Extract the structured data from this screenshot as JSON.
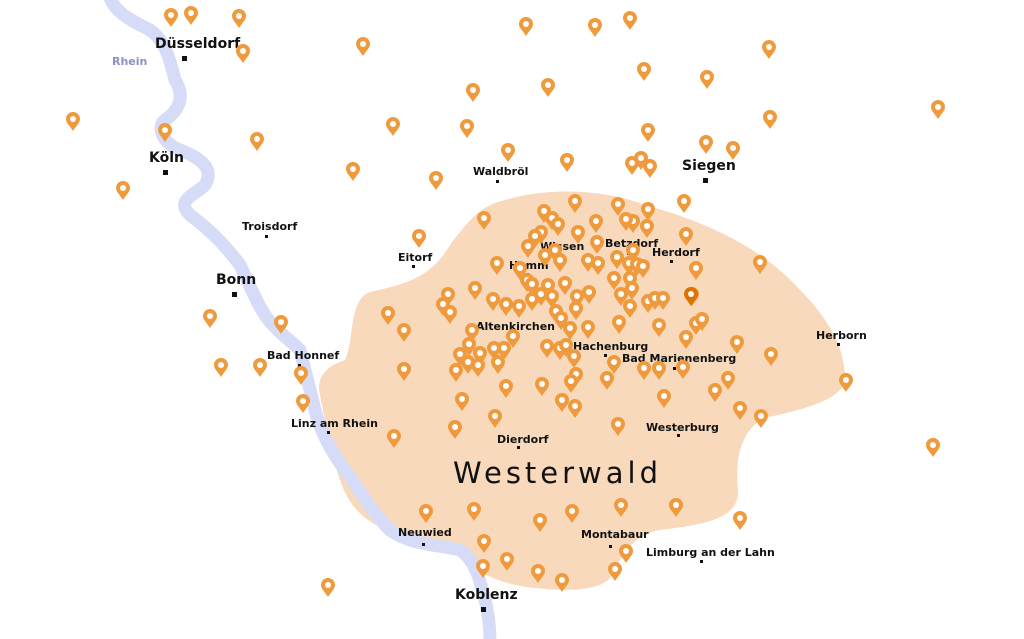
{
  "map": {
    "region_name": "Westerwald",
    "river_name": "Rhein",
    "colors": {
      "region_fill": "#f8d9bb",
      "river": "#d6dcf7",
      "pin": "#ef9a3c",
      "pin_active": "#db7400",
      "pin_hole": "#ffffff"
    },
    "cities_major": [
      "Düsseldorf",
      "Köln",
      "Bonn",
      "Siegen",
      "Koblenz"
    ],
    "cities_minor": [
      "Waldbröl",
      "Troisdorf",
      "Eitorf",
      "Wissen",
      "Betzdorf",
      "Herdorf",
      "Hamm",
      "Altenkirchen",
      "Hachenburg",
      "Bad Marienenberg",
      "Herborn",
      "Bad Honnef",
      "Linz am Rhein",
      "Dierdorf",
      "Westerburg",
      "Neuwied",
      "Montabaur",
      "Limburg an der Lahn"
    ],
    "marker_count": 170,
    "active_marker": "highlighted-location-pin"
  }
}
